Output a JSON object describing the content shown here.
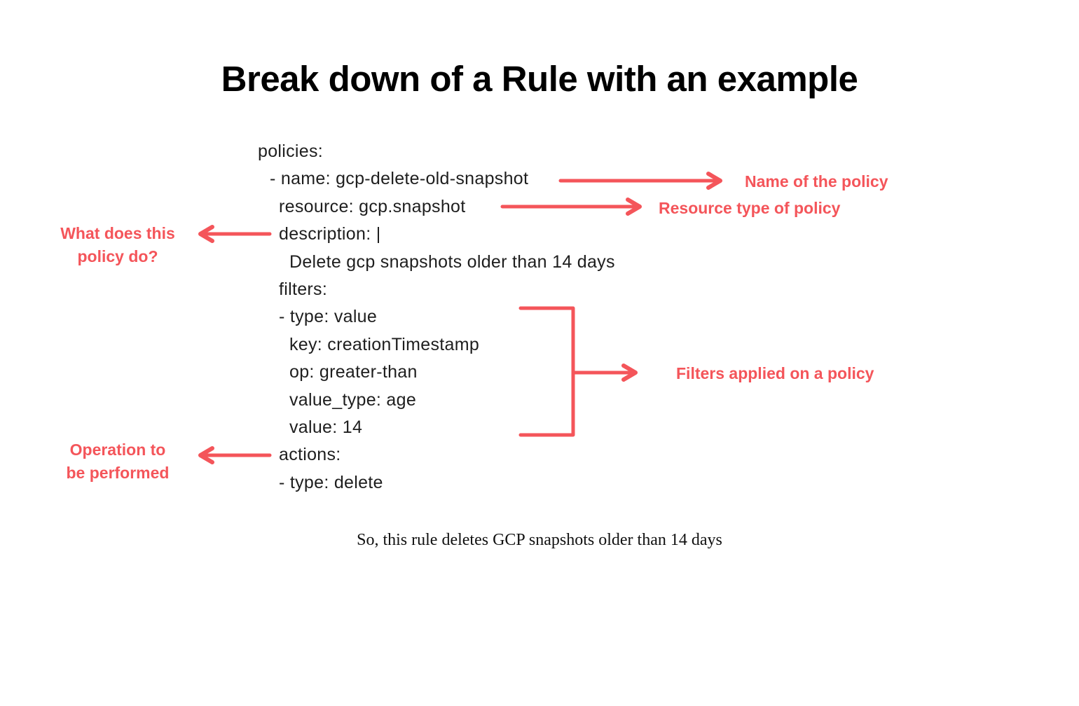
{
  "page": {
    "title": "Break down of a Rule with an example"
  },
  "yaml": {
    "lines": [
      {
        "text": "policies:"
      },
      {
        "text": "- name: gcp-delete-old-snapshot"
      },
      {
        "text": "resource: gcp.snapshot"
      },
      {
        "text": "description: |"
      },
      {
        "text": "Delete gcp snapshots older than 14 days"
      },
      {
        "text": "filters:"
      },
      {
        "text": "- type: value"
      },
      {
        "text": "key: creationTimestamp"
      },
      {
        "text": "op: greater-than"
      },
      {
        "text": "value_type: age"
      },
      {
        "text": "value: 14"
      },
      {
        "text": "actions:"
      },
      {
        "text": "- type: delete"
      }
    ]
  },
  "annotations": {
    "name_label": {
      "text": "Name of the policy"
    },
    "resource_label": {
      "text": "Resource type of policy"
    },
    "filters_label": {
      "text": "Filters applied on a policy"
    },
    "description_label": {
      "lines": [
        "What does this",
        "policy do?"
      ]
    },
    "actions_label": {
      "lines": [
        "Operation to",
        "be performed"
      ]
    }
  },
  "caption": {
    "text": "So, this rule deletes GCP snapshots older than 14 days"
  },
  "icons": {
    "arrow_right": "right-arrow",
    "arrow_left": "left-arrow",
    "bracket": "square-bracket"
  },
  "colors": {
    "accent": "#F4555A",
    "code_text": "#1E1E1E",
    "title_text": "#000000"
  }
}
